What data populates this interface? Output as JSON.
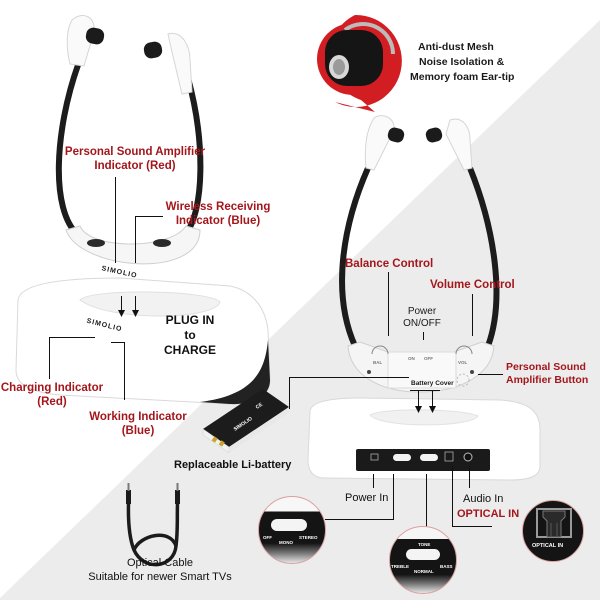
{
  "product": {
    "brand": "SIMOLIO",
    "colors": {
      "label_red": "#a3161c",
      "label_black": "#1a1a1a",
      "background_white": "#ffffff",
      "background_gray": "#ececec",
      "callout_red": "#d21e23"
    }
  },
  "left_panel": {
    "labels": {
      "amplifier_indicator_line1": "Personal Sound Amplifier",
      "amplifier_indicator_line2": "Indicator (Red)",
      "wireless_indicator_line1": "Wireless Receiving",
      "wireless_indicator_line2": "Indicator (Blue)",
      "plug_in_line1": "PLUG IN",
      "plug_in_line2": "to",
      "plug_in_line3": "CHARGE",
      "charging_indicator_line1": "Charging Indicator",
      "charging_indicator_line2": "(Red)",
      "working_indicator_line1": "Working Indicator",
      "working_indicator_line2": "(Blue)"
    },
    "headset_brand": "SIMOLIO",
    "base_brand": "SIMOLIO"
  },
  "callout": {
    "line1": "Anti-dust Mesh",
    "line2": "Noise Isolation &",
    "line3": "Memory foam Ear-tip"
  },
  "right_panel": {
    "labels": {
      "balance_control": "Balance Control",
      "volume_control": "Volume Control",
      "power_line1": "Power",
      "power_line2": "ON/OFF",
      "amplifier_button_line1": "Personal Sound",
      "amplifier_button_line2": "Amplifier Button",
      "battery_cover": "Battery Cover",
      "headset_bal": "BAL",
      "headset_vol": "VOL",
      "headset_on": "ON",
      "headset_off": "OFF"
    },
    "ports": {
      "power_in": "Power In",
      "audio_in": "Audio In",
      "optical_in": "OPTICAL IN"
    }
  },
  "battery": {
    "label": "Replaceable Li-battery",
    "brand": "SIMOLIO"
  },
  "cable": {
    "line1": "Optical Cable",
    "line2": "Suitable for newer Smart TVs"
  },
  "detail_circles": {
    "mode_switch": {
      "off": "OFF",
      "mono": "MONO",
      "stereo": "STEREO"
    },
    "tone_switch": {
      "title": "TONE",
      "treble": "TREBLE",
      "normal": "NORMAL",
      "bass": "BASS"
    },
    "optical_port": {
      "label": "OPTICAL IN"
    }
  }
}
